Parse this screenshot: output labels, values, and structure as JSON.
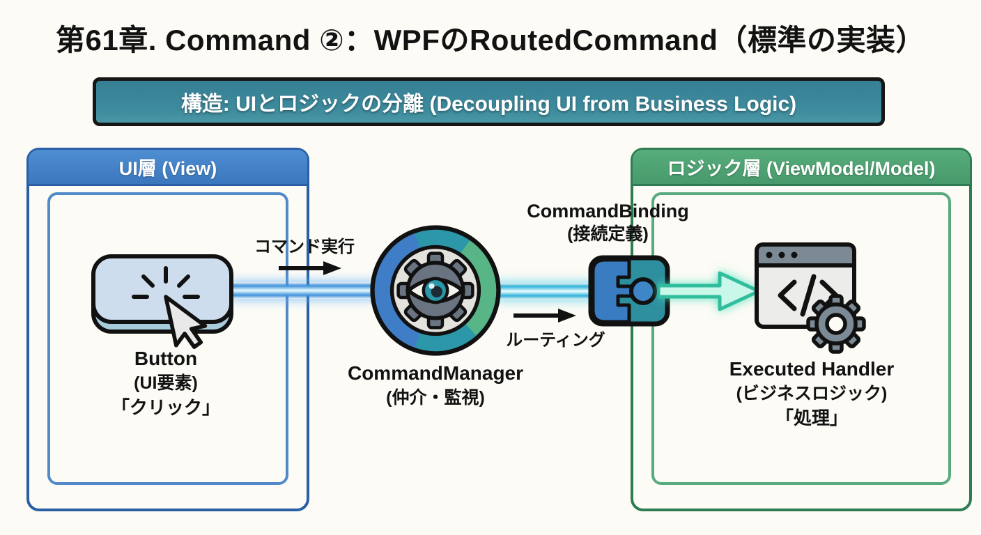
{
  "title": "第61章. Command ②：WPFのRoutedCommand（標準の実装）",
  "banner": {
    "text": "構造: UIとロジックの分離 (Decoupling UI from Business Logic)"
  },
  "panels": {
    "ui": {
      "header": "UI層 (View)",
      "node_title": "Button",
      "node_sub": "(UI要素)",
      "node_action": "「クリック」"
    },
    "logic": {
      "header": "ロジック層 (ViewModel/Model)",
      "node_title": "Executed Handler",
      "node_sub": "(ビジネスロジック)",
      "node_action": "「処理」"
    }
  },
  "manager": {
    "title": "CommandManager",
    "sub": "(仲介・監視)"
  },
  "binding": {
    "title": "CommandBinding",
    "sub": "(接続定義)"
  },
  "flows": {
    "execute": "コマンド実行",
    "routing": "ルーティング"
  },
  "icons": {
    "button": "button-click-cursor-icon",
    "manager": "gear-eye-monitor-icon",
    "binding": "connector-socket-icon",
    "handler": "code-window-gear-icon"
  },
  "colors": {
    "background": "#fcfbf6",
    "banner_bg": "#3a8598",
    "ui_accent": "#3b77bd",
    "ui_border": "#2a5fa5",
    "logic_accent": "#479a6b",
    "logic_border": "#2e7d52",
    "beam_blue": "#3f92dd",
    "beam_cyan": "#31b2da",
    "beam_green": "#3fd0ac",
    "outline": "#111111"
  }
}
